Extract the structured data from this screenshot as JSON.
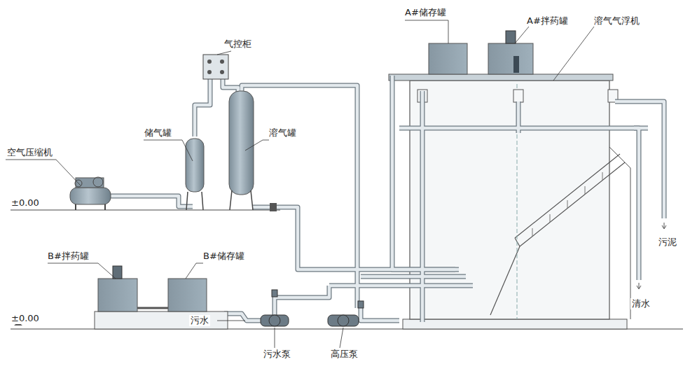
{
  "diagram": {
    "labels": [
      "A#储存罐",
      "A#拌药罐",
      "溶气气浮机",
      "气控柜",
      "储气罐",
      "溶气罐",
      "空气压缩机",
      "±0.00",
      "污泥",
      "B#拌药罐",
      "B#储存罐",
      "±0.00",
      "污水",
      "清水",
      "污水泵",
      "高压泵"
    ]
  }
}
